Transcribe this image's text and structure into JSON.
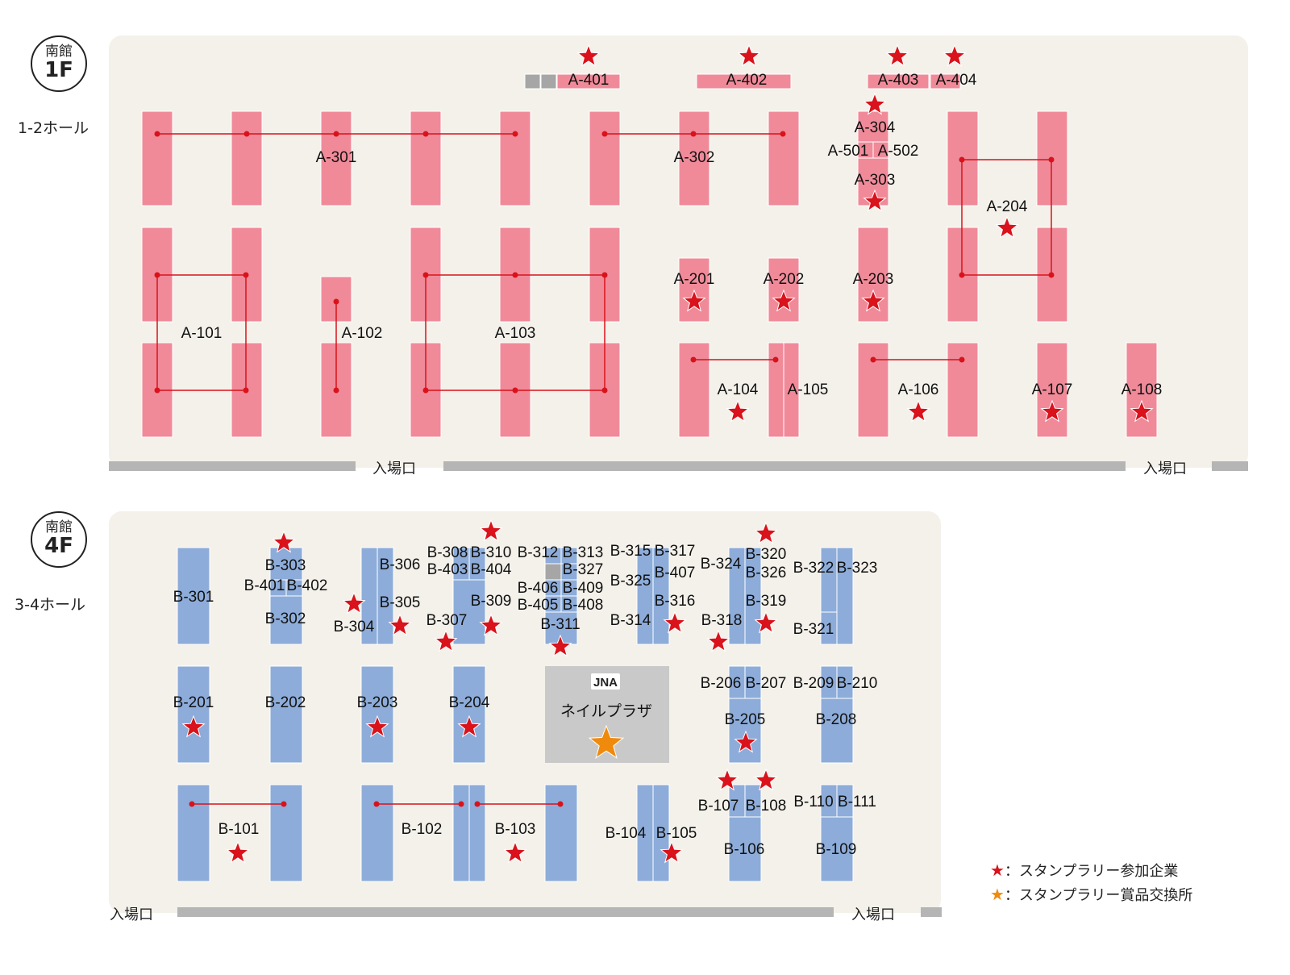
{
  "floors": [
    {
      "building": "南館",
      "floor": "1F",
      "hall": "1-2ホール",
      "entrances": [
        "入場口",
        "入場口"
      ]
    },
    {
      "building": "南館",
      "floor": "4F",
      "hall": "3-4ホール",
      "entrances": [
        "入場口",
        "入場口"
      ]
    }
  ],
  "booths_1f": [
    "A-101",
    "A-102",
    "A-103",
    "A-104",
    "A-105",
    "A-106",
    "A-107",
    "A-108",
    "A-201",
    "A-202",
    "A-203",
    "A-204",
    "A-301",
    "A-302",
    "A-303",
    "A-304",
    "A-401",
    "A-402",
    "A-403",
    "A-404",
    "A-501",
    "A-502"
  ],
  "booths_4f": [
    "B-101",
    "B-102",
    "B-103",
    "B-104",
    "B-105",
    "B-106",
    "B-107",
    "B-108",
    "B-109",
    "B-110",
    "B-111",
    "B-201",
    "B-202",
    "B-203",
    "B-204",
    "B-205",
    "B-206",
    "B-207",
    "B-208",
    "B-209",
    "B-210",
    "B-301",
    "B-302",
    "B-303",
    "B-304",
    "B-305",
    "B-306",
    "B-307",
    "B-308",
    "B-309",
    "B-310",
    "B-311",
    "B-312",
    "B-313",
    "B-314",
    "B-315",
    "B-316",
    "B-317",
    "B-318",
    "B-319",
    "B-320",
    "B-321",
    "B-322",
    "B-323",
    "B-324",
    "B-325",
    "B-326",
    "B-327",
    "B-401",
    "B-402",
    "B-403",
    "B-404",
    "B-405",
    "B-406",
    "B-407",
    "B-408",
    "B-409"
  ],
  "plaza": {
    "logo": "JNA",
    "name": "ネイルプラザ"
  },
  "legend": [
    {
      "marker": "red-star",
      "color": "#d9121b",
      "label": "：スタンプラリー参加企業"
    },
    {
      "marker": "orange-star",
      "color": "#f08a0c",
      "label": "：スタンプラリー賞品交換所"
    }
  ],
  "colors": {
    "booth_1f": "#f08a99",
    "booth_4f": "#8dacd9",
    "connector": "#d9121b",
    "panel": "#f4f1ea",
    "wall": "#b5b5b5",
    "plaza": "#c9c9c9"
  }
}
